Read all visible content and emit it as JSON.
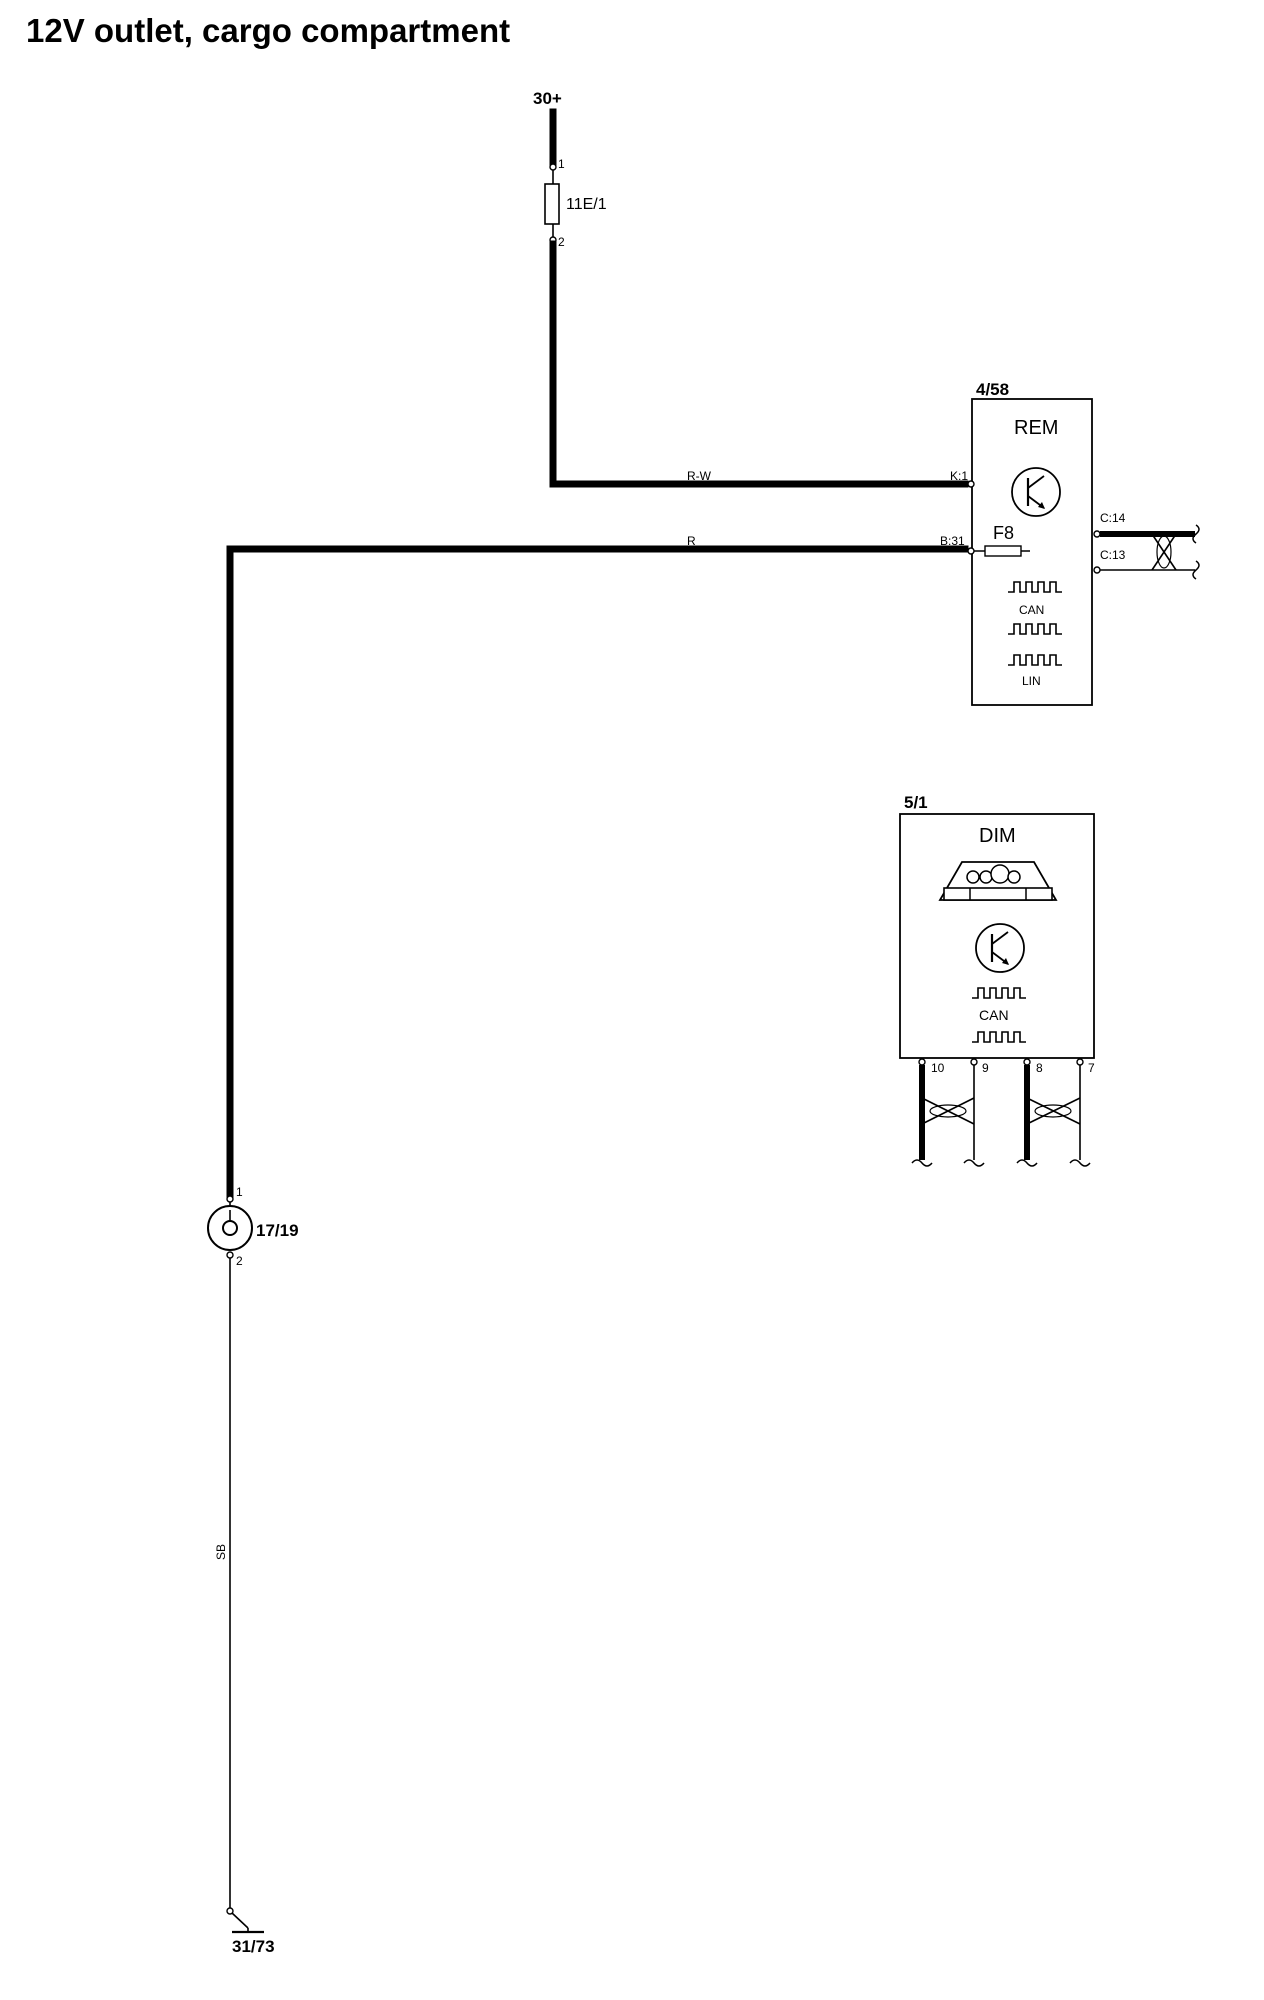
{
  "title": "12V outlet, cargo compartment",
  "supply": {
    "label": "30+"
  },
  "fuse": {
    "id": "11E/1",
    "pin_top": "1",
    "pin_bottom": "2"
  },
  "wires": {
    "rw": "R-W",
    "r": "R",
    "sb": "SB"
  },
  "rem": {
    "id": "4/58",
    "name": "REM",
    "fuse": "F8",
    "pins": {
      "k1": "K:1",
      "b31": "B:31",
      "c14": "C:14",
      "c13": "C:13"
    },
    "signals": {
      "can": "CAN",
      "lin": "LIN"
    }
  },
  "dim": {
    "id": "5/1",
    "name": "DIM",
    "signals": {
      "can": "CAN"
    },
    "pins": [
      "10",
      "9",
      "8",
      "7"
    ]
  },
  "outlet": {
    "id": "17/19",
    "pin_top": "1",
    "pin_bottom": "2"
  },
  "ground": {
    "id": "31/73"
  }
}
